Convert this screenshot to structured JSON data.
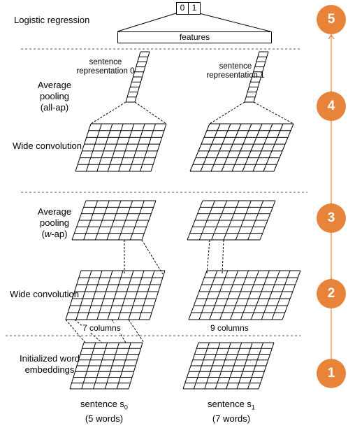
{
  "layers": {
    "logistic_regression": "Logistic regression",
    "average_pooling_all": [
      "Average",
      "pooling",
      "(all-ap)"
    ],
    "wide_convolution_top": "Wide convolution",
    "average_pooling_w": [
      "Average",
      "pooling"
    ],
    "w_ap_italic": "w",
    "w_ap_rest": "-ap)",
    "wide_convolution_bottom": "Wide convolution",
    "initialized_embeddings": [
      "Initialized word",
      "embeddings"
    ]
  },
  "output": {
    "cell0": "0",
    "cell1": "1",
    "features": "features"
  },
  "representations": [
    {
      "line1": "sentence",
      "line2": "representation 0"
    },
    {
      "line1": "sentence",
      "line2": "representation 1"
    }
  ],
  "columns": {
    "left": "7 columns",
    "right": "9 columns"
  },
  "sentences": [
    {
      "name": "sentence s",
      "sub": "0",
      "words": "(5 words)"
    },
    {
      "name": "sentence s",
      "sub": "1",
      "words": "(7 words)"
    }
  ],
  "steps": [
    "5",
    "4",
    "3",
    "2",
    "1"
  ],
  "colors": {
    "step_fill": "#e8833a",
    "arrow": "#e8833a",
    "grid": "#000000"
  }
}
